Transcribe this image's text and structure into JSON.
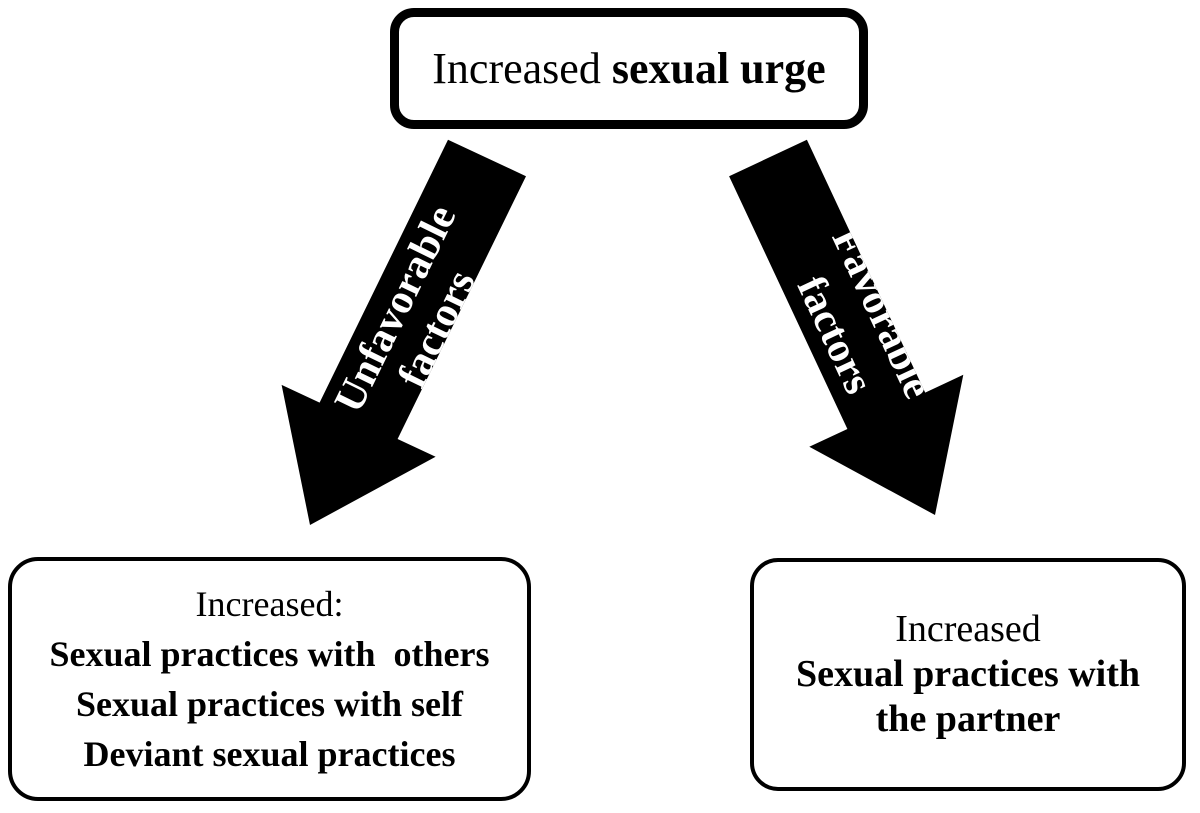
{
  "diagram": {
    "top_box": {
      "prefix": "Increased ",
      "bold": "sexual urge"
    },
    "left_arrow": {
      "label_line1": "Unfavorable",
      "label_line2": "factors"
    },
    "right_arrow": {
      "label_line1": "Favorable",
      "label_line2": "factors"
    },
    "left_box": {
      "heading": "Increased:",
      "items": [
        "Sexual practices with  others",
        "Sexual practices with self",
        "Deviant sexual practices"
      ]
    },
    "right_box": {
      "heading": "Increased",
      "bold_line1": "Sexual practices with",
      "bold_line2": "the partner"
    },
    "colors": {
      "shape": "#000000",
      "background": "#ffffff",
      "arrow_text": "#ffffff"
    }
  }
}
